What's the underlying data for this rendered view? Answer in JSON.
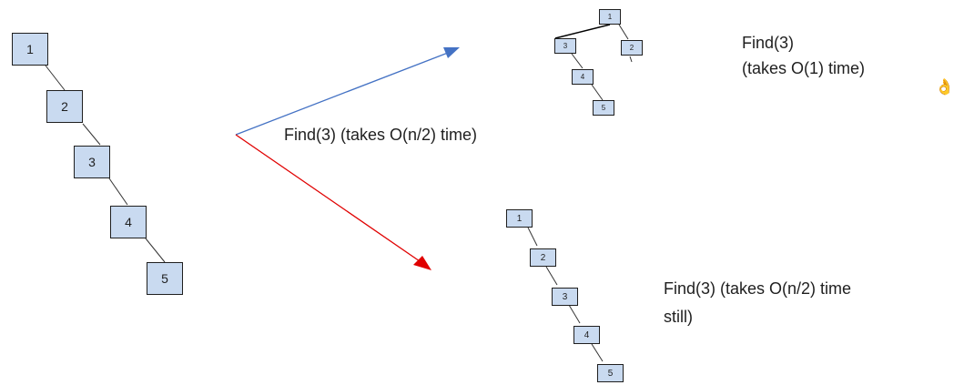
{
  "colors": {
    "node_fill": "#c9daf0",
    "arrow_up": "#4472c4",
    "arrow_down": "#e00000"
  },
  "left_tree": {
    "nodes": [
      "1",
      "2",
      "3",
      "4",
      "5"
    ]
  },
  "top_tree": {
    "nodes": [
      "1",
      "3",
      "2",
      "4",
      "5"
    ]
  },
  "bottom_tree": {
    "nodes": [
      "1",
      "2",
      "3",
      "4",
      "5"
    ]
  },
  "labels": {
    "arrow_label": "Find(3) (takes O(n/2) time)",
    "top_line1": "Find(3)",
    "top_line2": "(takes O(1) time)",
    "bottom_line1": "Find(3) (takes O(n/2) time",
    "bottom_line2": "still)"
  },
  "icons": {
    "top_emoji": "ok-hand-emoji"
  }
}
